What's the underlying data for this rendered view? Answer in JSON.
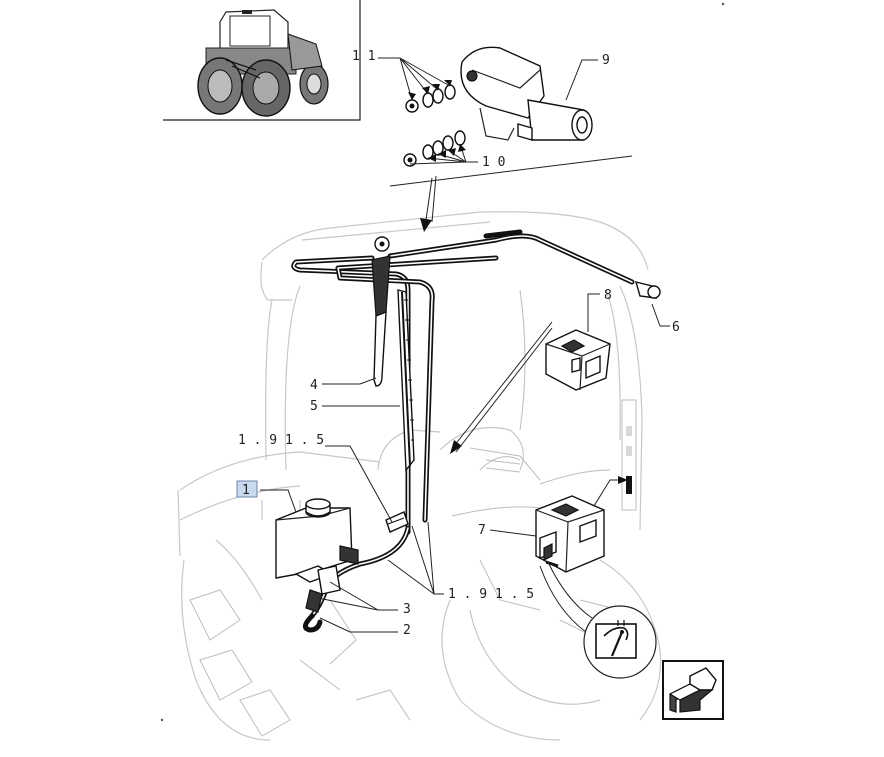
{
  "callouts": {
    "c1": "1",
    "c2": "2",
    "c3": "3",
    "c4": "4",
    "c5": "5",
    "c6": "6",
    "c7": "7",
    "c8": "8",
    "c9": "9",
    "c10": "1 0",
    "c11": "1 1",
    "ref_a": "1 . 9 1 . 5",
    "ref_b": "1 . 9 1 . 5"
  },
  "highlighted_callout": "1",
  "colors": {
    "line": "#111111",
    "ghost": "#c8c8c8",
    "highlight": "#c9d9ee"
  },
  "icons": [
    "tractor-thumbnail",
    "wiper-motor",
    "wiper-switch-icon",
    "next-page-arrow-icon"
  ]
}
